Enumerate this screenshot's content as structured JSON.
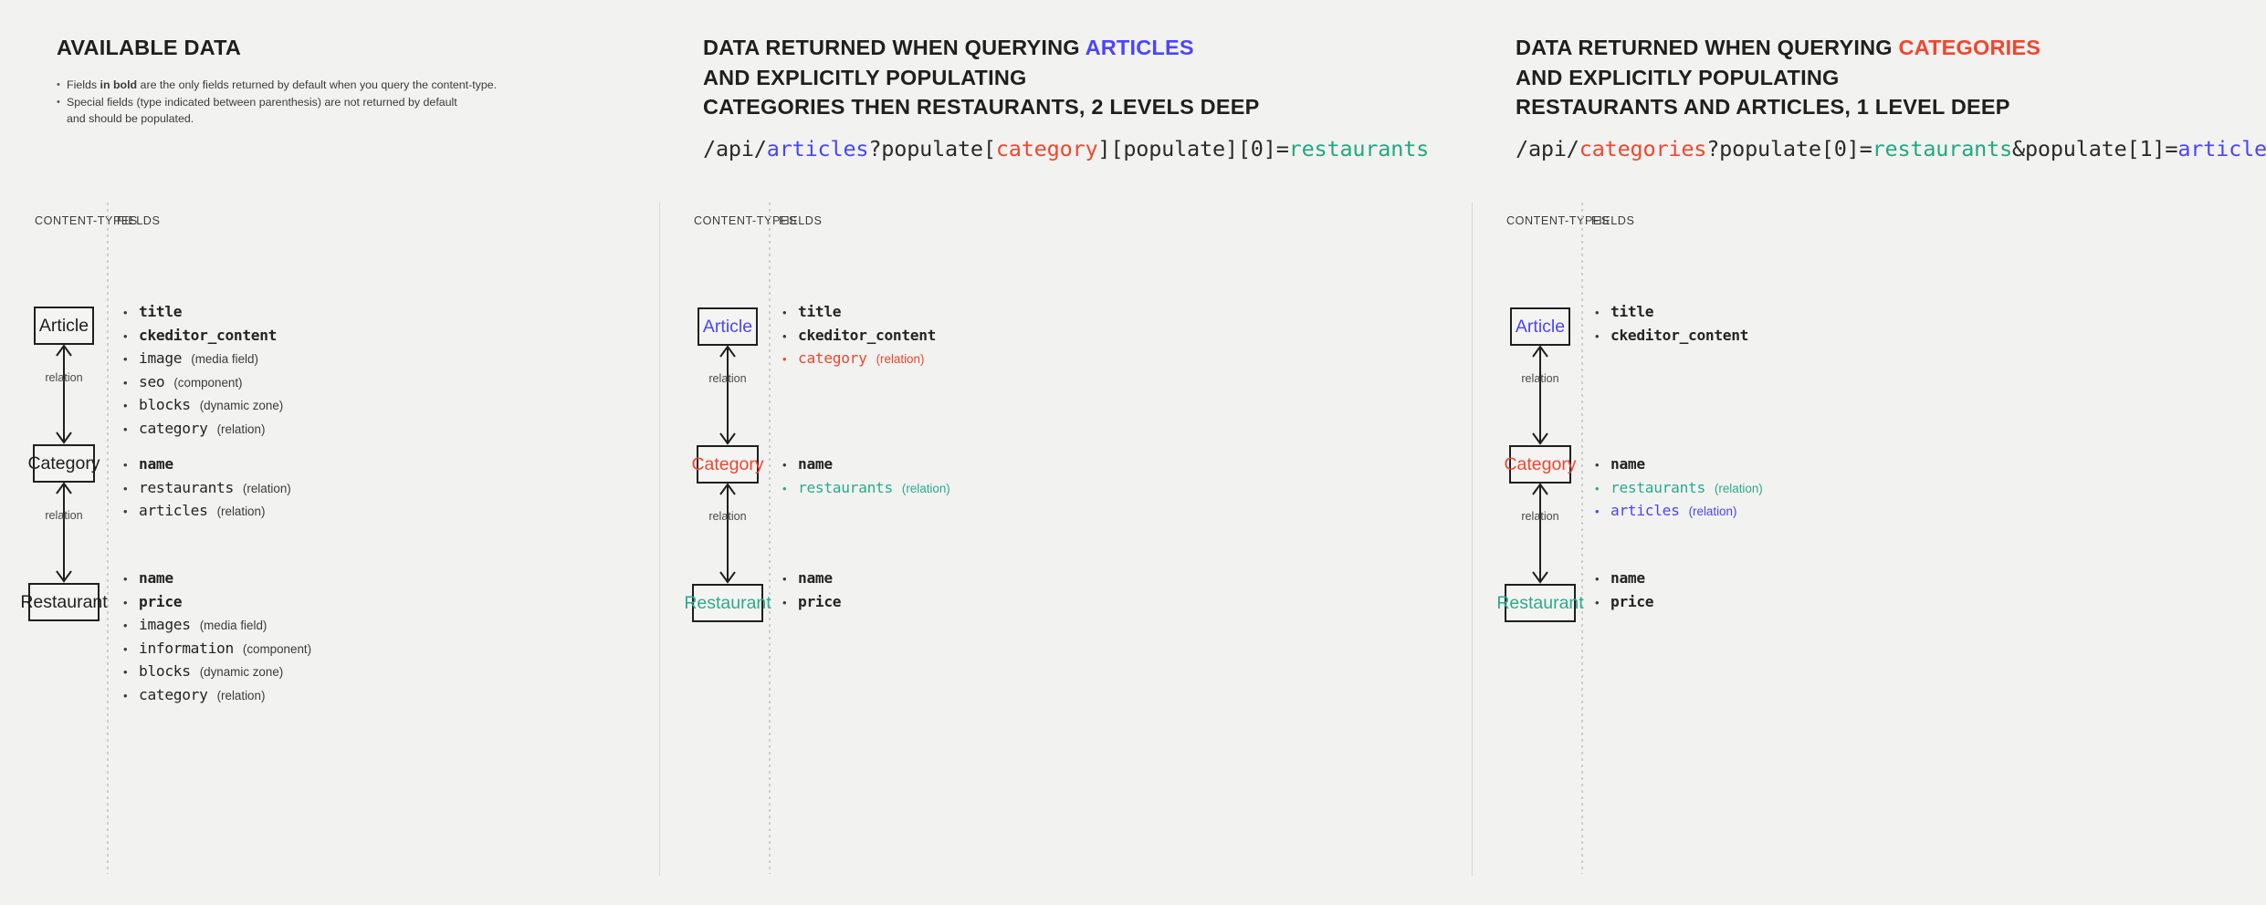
{
  "panels": [
    {
      "id": "available-data",
      "heading": {
        "pre": "AVAILABLE DATA",
        "highlight": "",
        "post": "",
        "line2": "",
        "line3": ""
      },
      "notes": [
        {
          "lead": "Fields ",
          "bold": "in bold",
          "tail": " are the only fields returned by default when you query the content-type."
        },
        {
          "lead": "Special fields (type indicated between parenthesis) are not returned by default",
          "bold": "",
          "tail": ""
        }
      ],
      "notes_continuation": "and should be populated.",
      "url": null,
      "col_labels": {
        "content_types": "CONTENT-TYPES",
        "fields": "FIELDS"
      },
      "nodes": [
        {
          "label": "Article",
          "color": "default"
        },
        {
          "label": "Category",
          "color": "default"
        },
        {
          "label": "Restaurant",
          "color": "default"
        }
      ],
      "relations": [
        "relation",
        "relation"
      ],
      "field_groups": [
        [
          {
            "name": "title",
            "type": "",
            "bold": true,
            "color": "default"
          },
          {
            "name": "ckeditor_content",
            "type": "",
            "bold": true,
            "color": "default"
          },
          {
            "name": "image",
            "type": "(media field)",
            "bold": false,
            "color": "default"
          },
          {
            "name": "seo",
            "type": "(component)",
            "bold": false,
            "color": "default"
          },
          {
            "name": "blocks",
            "type": "(dynamic zone)",
            "bold": false,
            "color": "default"
          },
          {
            "name": "category",
            "type": "(relation)",
            "bold": false,
            "color": "default"
          }
        ],
        [
          {
            "name": "name",
            "type": "",
            "bold": true,
            "color": "default"
          },
          {
            "name": "restaurants",
            "type": "(relation)",
            "bold": false,
            "color": "default"
          },
          {
            "name": "articles",
            "type": "(relation)",
            "bold": false,
            "color": "default"
          }
        ],
        [
          {
            "name": "name",
            "type": "",
            "bold": true,
            "color": "default"
          },
          {
            "name": "price",
            "type": "",
            "bold": true,
            "color": "default"
          },
          {
            "name": "images",
            "type": "(media field)",
            "bold": false,
            "color": "default"
          },
          {
            "name": "information",
            "type": "(component)",
            "bold": false,
            "color": "default"
          },
          {
            "name": "blocks",
            "type": "(dynamic zone)",
            "bold": false,
            "color": "default"
          },
          {
            "name": "category",
            "type": "(relation)",
            "bold": false,
            "color": "default"
          }
        ]
      ]
    },
    {
      "id": "query-articles",
      "heading": {
        "pre": "DATA RETURNED WHEN QUERYING ",
        "highlight": "ARTICLES",
        "highlight_color": "articles",
        "line2": "AND EXPLICITLY POPULATING",
        "line3": "CATEGORIES THEN RESTAURANTS, 2 LEVELS DEEP"
      },
      "url": [
        {
          "t": "/api/",
          "c": "default"
        },
        {
          "t": "articles",
          "c": "blue"
        },
        {
          "t": "?populate[",
          "c": "default"
        },
        {
          "t": "category",
          "c": "red"
        },
        {
          "t": "][populate][0]=",
          "c": "default"
        },
        {
          "t": "restaurants",
          "c": "green"
        }
      ],
      "col_labels": {
        "content_types": "CONTENT-TYPES",
        "fields": "FIELDS"
      },
      "nodes": [
        {
          "label": "Article",
          "color": "blue"
        },
        {
          "label": "Category",
          "color": "red"
        },
        {
          "label": "Restaurant",
          "color": "green"
        }
      ],
      "relations": [
        "relation",
        "relation"
      ],
      "field_groups": [
        [
          {
            "name": "title",
            "type": "",
            "bold": true,
            "color": "default"
          },
          {
            "name": "ckeditor_content",
            "type": "",
            "bold": true,
            "color": "default"
          },
          {
            "name": "category",
            "type": "(relation)",
            "bold": false,
            "color": "red"
          }
        ],
        [
          {
            "name": "name",
            "type": "",
            "bold": true,
            "color": "default"
          },
          {
            "name": "restaurants",
            "type": "(relation)",
            "bold": false,
            "color": "green"
          }
        ],
        [
          {
            "name": "name",
            "type": "",
            "bold": true,
            "color": "default"
          },
          {
            "name": "price",
            "type": "",
            "bold": true,
            "color": "default"
          }
        ]
      ]
    },
    {
      "id": "query-categories",
      "heading": {
        "pre": "DATA RETURNED WHEN QUERYING ",
        "highlight": "CATEGORIES",
        "highlight_color": "categories",
        "line2": "AND EXPLICITLY POPULATING",
        "line3": "RESTAURANTS AND ARTICLES, 1 LEVEL DEEP"
      },
      "url": [
        {
          "t": "/api/",
          "c": "default"
        },
        {
          "t": "categories",
          "c": "red"
        },
        {
          "t": "?populate[0]=",
          "c": "default"
        },
        {
          "t": "restaurants",
          "c": "green"
        },
        {
          "t": "&populate[1]=",
          "c": "default"
        },
        {
          "t": "articles",
          "c": "blue"
        }
      ],
      "col_labels": {
        "content_types": "CONTENT-TYPES",
        "fields": "FIELDS"
      },
      "nodes": [
        {
          "label": "Article",
          "color": "blue"
        },
        {
          "label": "Category",
          "color": "red"
        },
        {
          "label": "Restaurant",
          "color": "green"
        }
      ],
      "relations": [
        "relation",
        "relation"
      ],
      "field_groups": [
        [
          {
            "name": "title",
            "type": "",
            "bold": true,
            "color": "default"
          },
          {
            "name": "ckeditor_content",
            "type": "",
            "bold": true,
            "color": "default"
          }
        ],
        [
          {
            "name": "name",
            "type": "",
            "bold": true,
            "color": "default"
          },
          {
            "name": "restaurants",
            "type": "(relation)",
            "bold": false,
            "color": "green"
          },
          {
            "name": "articles",
            "type": "(relation)",
            "bold": false,
            "color": "blue"
          }
        ],
        [
          {
            "name": "name",
            "type": "",
            "bold": true,
            "color": "default"
          },
          {
            "name": "price",
            "type": "",
            "bold": true,
            "color": "default"
          }
        ]
      ]
    }
  ],
  "colors": {
    "background": "#f2f2f1",
    "text": "#2b2b2b",
    "articles_blue": "#4945ff",
    "categories_red": "#f1462e",
    "restaurants_green": "#2aab8c",
    "divider": "#cfcfcd"
  }
}
